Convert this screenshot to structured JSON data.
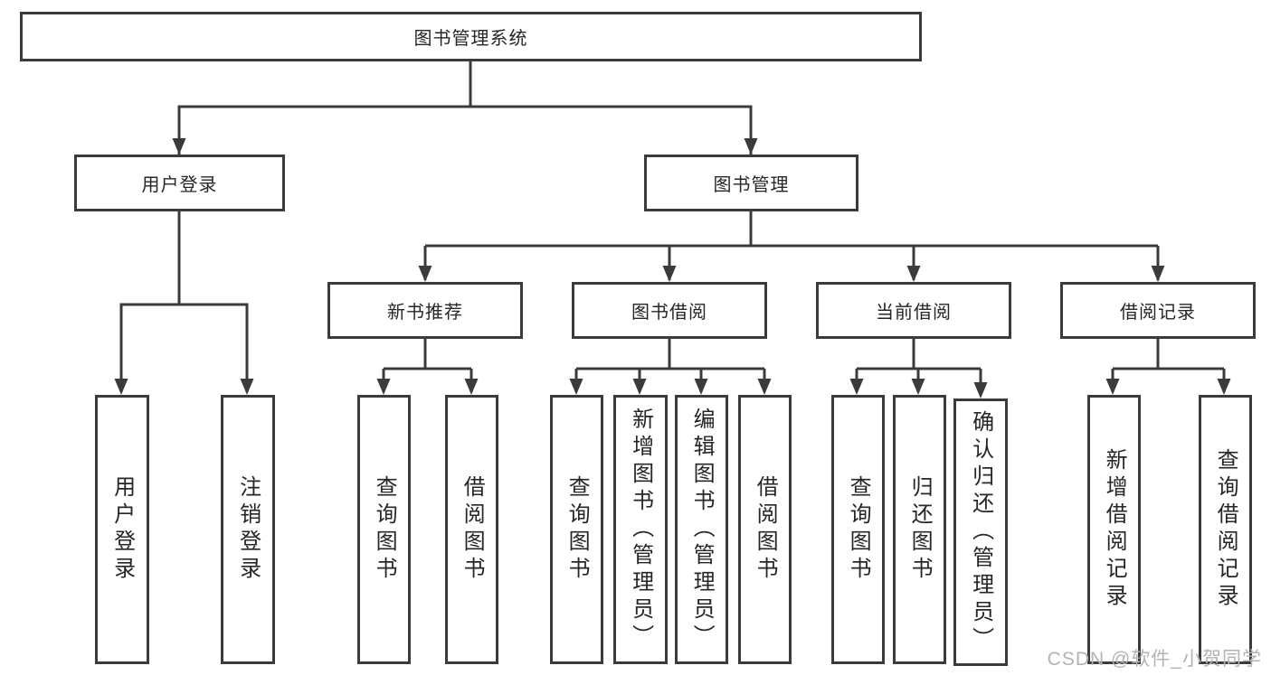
{
  "diagram": {
    "root_label": "图书管理系统",
    "level2": {
      "user_login": "用户登录",
      "book_management": "图书管理"
    },
    "level3": {
      "new_book_recommend": "新书推荐",
      "book_borrowing": "图书借阅",
      "current_borrowing": "当前借阅",
      "borrowing_records": "借阅记录"
    },
    "leaves": {
      "user_login": "用户登录",
      "logout": "注销登录",
      "nb_query_book": "查询图书",
      "nb_borrow_book": "借阅图书",
      "bb_query_book": "查询图书",
      "bb_add_book_admin": "新增图书（管理员）",
      "bb_edit_book_admin": "编辑图书（管理员）",
      "bb_borrow_book": "借阅图书",
      "cb_query_book": "查询图书",
      "cb_return_book": "归还图书",
      "cb_confirm_return_admin": "确认归还（管理员）",
      "br_add_record": "新增借阅记录",
      "br_query_record": "查询借阅记录"
    },
    "watermark": "CSDN @软件_小贺同学",
    "colors": {
      "line": "#3b3b3b",
      "text": "#262626",
      "watermark": "#b3b3b3",
      "background": "#ffffff"
    }
  }
}
